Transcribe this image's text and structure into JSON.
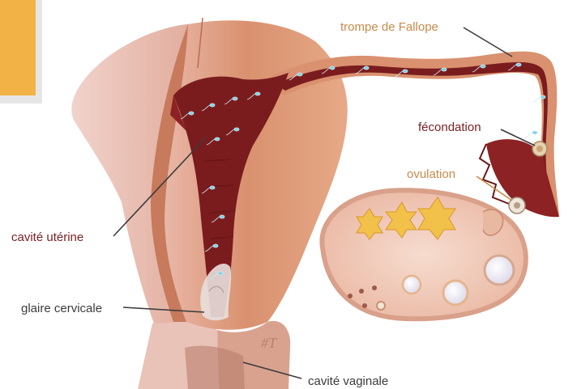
{
  "labels": {
    "fallopian_tube": "trompe de Fallope",
    "fertilization": "fécondation",
    "ovulation": "ovulation",
    "uterine_cavity": "cavité utérine",
    "cervical_mucus": "glaire cervicale",
    "vaginal_cavity": "cavité vaginale"
  },
  "colors": {
    "label_dark": "#7a1f22",
    "label_tan": "#c98a4a",
    "label_gray": "#3b3b3b",
    "uterine_wall": "#d9916f",
    "cavity": "#7a1c1e",
    "sperm": "#7fd0e6",
    "ovary": "#f2d2c4"
  }
}
